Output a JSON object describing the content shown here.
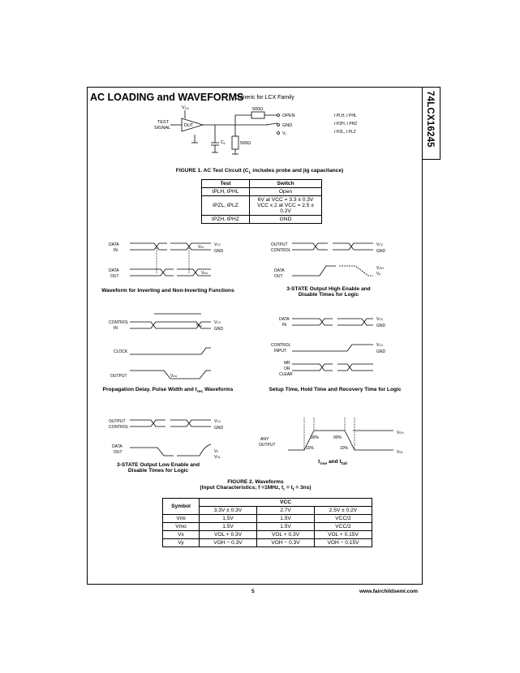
{
  "part_number": "74LCX16245",
  "header": {
    "title": "AC LOADING and WAVEFORMS",
    "subtitle": "Generic for LCX Family"
  },
  "circuit": {
    "labels": {
      "vcc": "V",
      "vcc_sub": "CC",
      "test_signal_1": "TEST",
      "test_signal_2": "SIGNAL",
      "dut": "DUT",
      "cl": "C",
      "cl_sub": "L",
      "r1": "500Ω",
      "r2": "500Ω",
      "open": "OPEN",
      "gnd": "GND",
      "vi": "V",
      "vi_sub": "I"
    },
    "switch_key": [
      "t PLH, t PHL",
      "t PZH, t PHZ",
      "t PZL, t PLZ"
    ]
  },
  "figure1": {
    "caption_a": "FIGURE 1. AC Test Circuit (C",
    "caption_sub": "L",
    "caption_b": " includes probe and jig capacitance)"
  },
  "switch_table": {
    "headers": [
      "Test",
      "Switch"
    ],
    "rows": [
      {
        "test": "tPLH, tPHL",
        "switch": "Open"
      },
      {
        "test": "tPZL, tPLZ",
        "switch": "6V at VCC = 3.3 ± 0.3V",
        "switch2": "VCC x 2 at VCC = 2.5 ± 0.2V"
      },
      {
        "test": "tPZH, tPHZ",
        "switch": "GND"
      }
    ]
  },
  "waveforms": {
    "w1_caption": "Waveform for Inverting and Non-Inverting Functions",
    "w2_caption_1": "3-STATE Output High Enable and",
    "w2_caption_2": "Disable Times for Logic",
    "w3_caption_a": "Propagation Delay. Pulse Width and t",
    "w3_caption_sub": "rec",
    "w3_caption_b": " Waveforms",
    "w4_caption": "Setup Time, Hold Time and Recovery Time for Logic",
    "w5_caption_1": "3-STATE Output Low Enable and",
    "w5_caption_2": "Disable Times for Logic",
    "w6_caption_a": "t",
    "w6_caption_s1": "rise",
    "w6_caption_m": " and t",
    "w6_caption_s2": "fall",
    "labels": {
      "data_in_1": "DATA",
      "data_in_2": "IN",
      "data_out_1": "DATA",
      "data_out_2": "OUT",
      "output_control_1": "OUTPUT",
      "output_control_2": "CONTROL",
      "control_in_1": "CONTROL",
      "control_in_2": "IN",
      "clock": "CLOCK",
      "output": "OUTPUT",
      "control_input_1": "CONTROL",
      "control_input_2": "INPUT",
      "mr_1": "MR",
      "mr_2": "OR",
      "mr_3": "CLEAR",
      "any_output_1": "ANY",
      "any_output_2": "OUTPUT",
      "vcc": "V",
      "vcc_sub": "CC",
      "gnd": "GND",
      "vmi": "V",
      "vmi_sub": "mi",
      "vmo": "V",
      "vmo_sub": "mo",
      "voh": "V",
      "voh_sub": "OH",
      "vol": "V",
      "vol_sub": "OL",
      "vy": "V",
      "vy_sub": "y",
      "vx": "V",
      "vx_sub": "x",
      "pct90": "90%",
      "pct10": "10%"
    }
  },
  "figure2": {
    "caption_1": "FIGURE 2. Waveforms",
    "caption_2": "(Input Characteristics; f =1MHz, t",
    "caption_2_s1": "r",
    "caption_2_m": " = t",
    "caption_2_s2": "f",
    "caption_2_e": " = 3ns)"
  },
  "symbol_table": {
    "symbol_header": "Symbol",
    "vcc_header": "VCC",
    "cols": [
      "3.3V ± 0.3V",
      "2.7V",
      "2.5V ± 0.2V"
    ],
    "rows": [
      {
        "sym": "Vmi",
        "v": [
          "1.5V",
          "1.5V",
          "VCC/2"
        ]
      },
      {
        "sym": "Vmo",
        "v": [
          "1.5V",
          "1.5V",
          "VCC/2"
        ]
      },
      {
        "sym": "Vx",
        "v": [
          "VOL + 0.3V",
          "VOL + 0.3V",
          "VOL + 0.15V"
        ]
      },
      {
        "sym": "Vy",
        "v": [
          "VOH − 0.3V",
          "VOH − 0.3V",
          "VOH − 0.15V"
        ]
      }
    ]
  },
  "footer": {
    "page": "5",
    "url": "www.fairchildsemi.com"
  }
}
